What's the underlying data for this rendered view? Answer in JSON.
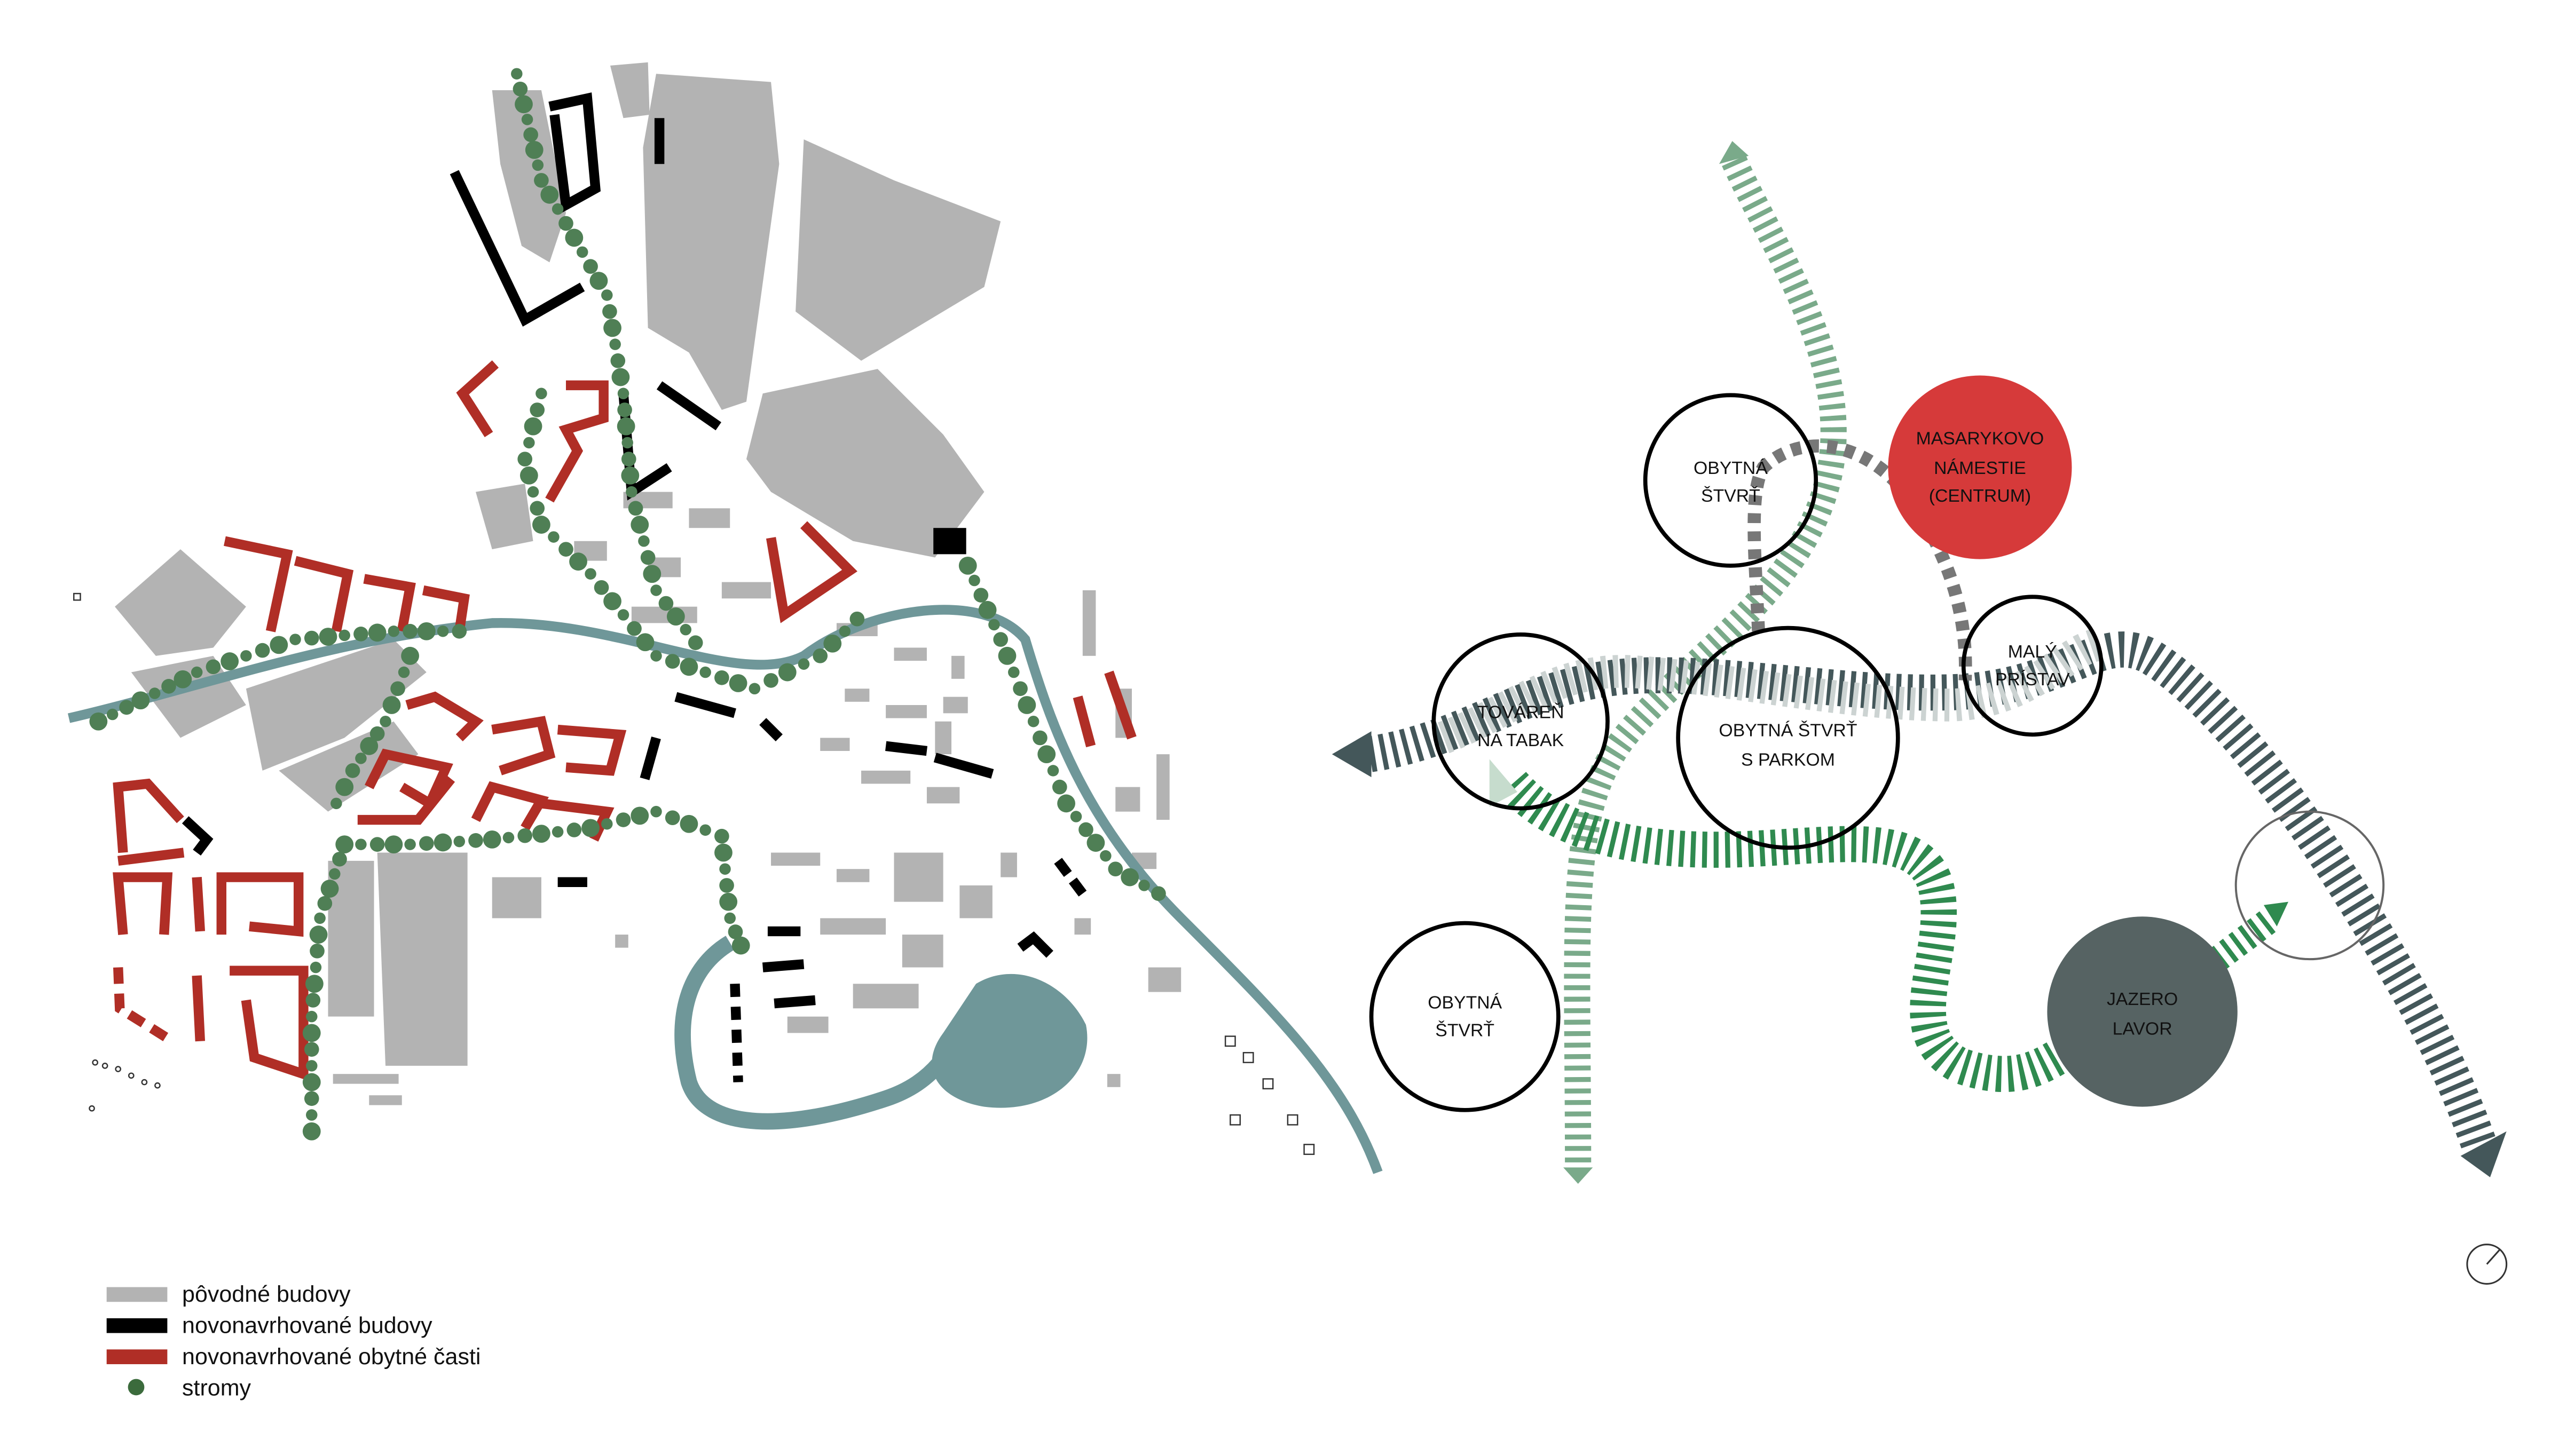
{
  "legend": {
    "items": [
      {
        "label": "pôvodné budovy",
        "color": "#b3b3b3",
        "symbol": "bar"
      },
      {
        "label": "novonavrhované budovy",
        "color": "#000000",
        "symbol": "bar"
      },
      {
        "label": "novonavrhované obytné časti",
        "color": "#b02e26",
        "symbol": "bar"
      },
      {
        "label": "stromy",
        "color": "#3b6b3c",
        "symbol": "dot"
      }
    ]
  },
  "diagram": {
    "nodes": [
      {
        "id": "obytna-stvrt-north",
        "lines": [
          "OBYTNÁ",
          "ŠTVRŤ"
        ]
      },
      {
        "id": "masarykovo-namestie",
        "lines": [
          "MASARYKOVO",
          "NÁMESTIE",
          "(CENTRUM)"
        ],
        "color": "#d63a3a"
      },
      {
        "id": "maly-pristav",
        "lines": [
          "MALÝ",
          "PRÍSTAV"
        ]
      },
      {
        "id": "tovaren-na-tabak",
        "lines": [
          "TOVÁREŇ",
          "NA TABAK"
        ]
      },
      {
        "id": "obytna-stvrt-s-parkom",
        "lines": [
          "OBYTNÁ ŠTVRŤ",
          "S PARKOM"
        ]
      },
      {
        "id": "obytna-stvrt-south",
        "lines": [
          "OBYTNÁ",
          "ŠTVRŤ"
        ]
      },
      {
        "id": "jazero-lavor",
        "lines": [
          "JAZERO",
          "LAVOR"
        ],
        "color": "#566363"
      }
    ],
    "colors": {
      "river_flow": "#44575a",
      "river_light": "#ccd3d2",
      "green_light": "#7aaa8a",
      "green_dark": "#2f8a4f",
      "connector": "#777777",
      "map_river": "#6f9799"
    }
  }
}
